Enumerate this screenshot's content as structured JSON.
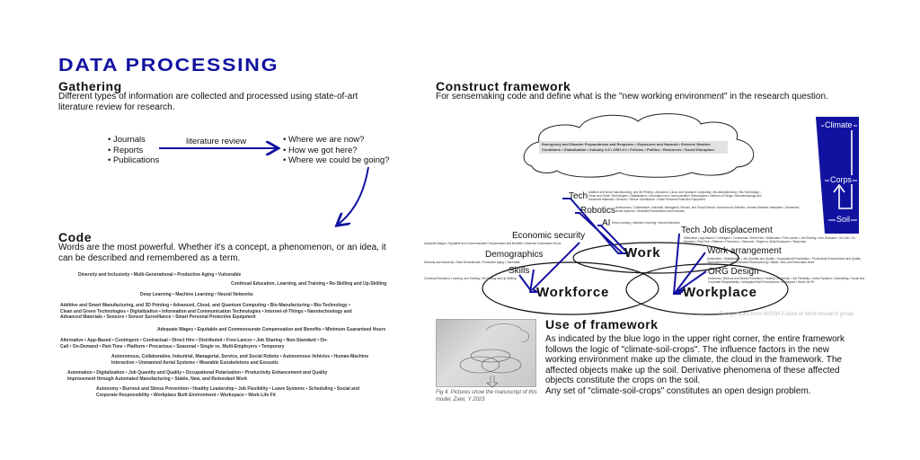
{
  "title": "DATA PROCESSING",
  "gathering": {
    "heading": "Gathering",
    "text": "Different types of information are collected and processed using state-of-art literature review for research.",
    "sources": [
      "Journals",
      "Reports",
      "Publications"
    ],
    "arrow_label": "literature review",
    "questions": [
      "Where we are now?",
      "How we got here?",
      "Where we could be going?"
    ]
  },
  "code": {
    "heading": "Code",
    "text": "Words are the most powerful. Whether it's a concept, a phenomenon, or an idea, it can be described and remembered as a term.",
    "tags": [
      "Diversity and Inclusivity • Multi-Generational • Productive Aging • Vulnerable",
      "Continual Education, Learning, and Training • Re-Skilling and Up-Skilling",
      "Deep Learning • Machine Learning • Neural Networks",
      "Additive and Smart Manufacturing, and 3D Printing • Advanced, Cloud, and Quantum Computing • Bio-Manufacturing • Bio-Technology • Clean and Green Technologies • Digitalization • Information and Communication Technologies • Internet-of-Things • Nanotechnology and Advanced Materials • Sensors • Sensor Surveillance • Smart Personal Protective Equipment",
      "Adequate Wages • Equitable and Commensurate Compensation and Benefits • Minimum Guaranteed Hours",
      "Alternative • App-Based • Contingent • Contractual • Direct Hire • Distributed • Free-Lancer • Job Sharing • Non-Standard • On-Call • On-Demand • Part-Time • Platform • Precarious • Seasonal • Single vs. Multi-Employers • Temporary",
      "Autonomous, Collaborative, Industrial, Managerial, Service, and Social Robots • Autonomous Vehicles • Human-Machine Interaction • Unmanned Aerial Systems • Wearable Exoskeletons and Exosuits",
      "Automation • Digitalization • Job Quantity and Quality • Occupational Polarization • Productivity Enhancement and Quality Improvement through Automated Manufacturing • Stable, New, and Redundant Work",
      "Autonomy • Burnout and Stress Prevention • Healthy Leadership • Job Flexibility • Leave Systems • Scheduling • Social and Corporate Responsibility • Workplace Built Environment • Workspace • Work-Life Fit"
    ]
  },
  "construct": {
    "heading": "Construct framework",
    "text": "For sensemaking code and define what is the \"new working environment\" in the research question.",
    "cloud_text": "Emergency and Disaster Preparedness and Response • Exposures and Hazards • Extreme Weather Conditions • Globalization • Industry 4.0 • OSH 4.0 • Policies • Politics • Resources • Social Disruption",
    "logo": {
      "climate": "Climate",
      "corps": "Corps",
      "soil": "Soil"
    },
    "core": {
      "work": "Work",
      "workforce": "Workforce",
      "workplace": "Workplace"
    },
    "labels": {
      "tech": "Tech",
      "robotics": "Robotics",
      "ai": "AI",
      "economic": "Economic security",
      "demographics": "Demographics",
      "skills": "Skills",
      "displacement": "Tech Job displacement",
      "arrangement": "Work arrangement",
      "org": "ORG Design"
    },
    "credit": "Reorganized from NIOSH Future of work research group"
  },
  "use": {
    "heading": "Use of framework",
    "text": "As indicated by the blue logo in the upper right corner, the entire framework follows the logic of \"climate-soil-crops\". The influence factors in the new working environment make up the climate, the cloud in the framework. The affected objects make up the soil. Derivative phenomena of these affected objects constitute the crops on the soil.",
    "text2": "Any set of \"climate-soil-crops\" constitutes an open design problem.",
    "caption": "Fig 4. Pictures show the manuscript of this model, Zaixi, Y 2023"
  },
  "colors": {
    "accent": "#1212a0"
  }
}
